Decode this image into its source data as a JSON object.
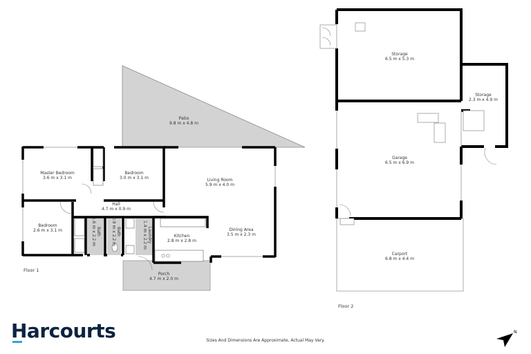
{
  "floor1": {
    "label": "Floor 1",
    "rooms": [
      {
        "name": "Patio",
        "dims": "9.8 m x 4.8 m"
      },
      {
        "name": "Master Bedroom",
        "dims": "3.6 m x 3.1 m"
      },
      {
        "name": "Bedroom",
        "dims": "3.0 m x 3.1 m"
      },
      {
        "name": "Living Room",
        "dims": "5.9 m x 4.0 m"
      },
      {
        "name": "Hall",
        "dims": "4.7 m x 0.9 m"
      },
      {
        "name": "Bedroom",
        "dims": "2.6 m x 3.1 m"
      },
      {
        "name": "Bath",
        "dims": "1.6 m x 2.2 m"
      },
      {
        "name": "Bath",
        "dims": "0.9 m x 2.2 m"
      },
      {
        "name": "Laundry",
        "dims": "1.4 m x 2.2 m"
      },
      {
        "name": "Kitchen",
        "dims": "2.8 m x 2.8 m"
      },
      {
        "name": "Dining Area",
        "dims": "3.5 m x 2.3 m"
      },
      {
        "name": "Porch",
        "dims": "4.7 m x 2.0 m"
      }
    ]
  },
  "floor2": {
    "label": "Floor 2",
    "rooms": [
      {
        "name": "Storage",
        "dims": "6.5 m x 5.3 m"
      },
      {
        "name": "Storage",
        "dims": "2.3 m x 4.9 m"
      },
      {
        "name": "Garage",
        "dims": "6.5 m x 6.9 m"
      },
      {
        "name": "Carport",
        "dims": "6.8 m x 4.4 m"
      }
    ]
  },
  "footer": {
    "brand": "Harcourts",
    "disclaimer": "Sizes And Dimensions Are Approximate, Actual May Vary.",
    "north_label": "N"
  },
  "colors": {
    "wall": "#000000",
    "outdoor_fill": "#d3d3d3",
    "brand_navy": "#0c2340",
    "brand_blue": "#2aa7df"
  }
}
